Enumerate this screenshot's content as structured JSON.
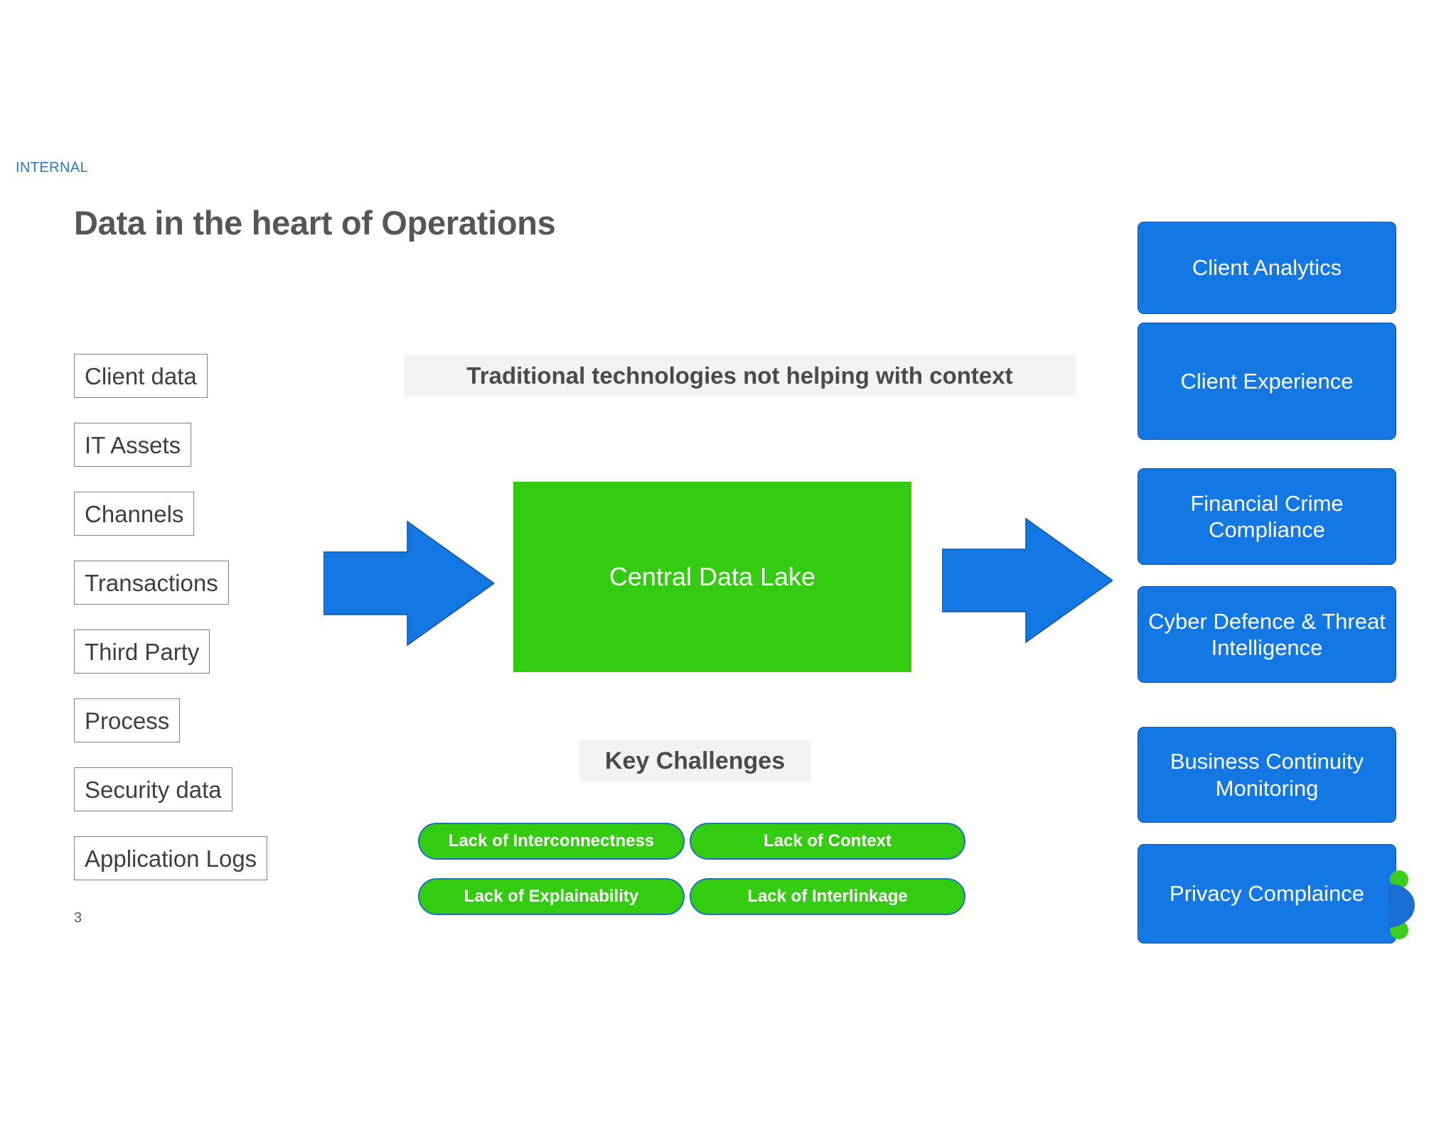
{
  "header": {
    "classification": "INTERNAL",
    "title": "Data in the heart of Operations",
    "page_number": "3"
  },
  "colors": {
    "accent_blue": "#1478E4",
    "lake_green": "#33CC11",
    "pill_border_blue": "#1F6FC4",
    "banner_gray": "#F2F2F2",
    "internal_blue": "#2E79C0",
    "title_gray": "#565656"
  },
  "left_column": {
    "name": "data-sources",
    "items": [
      {
        "label": "Client data"
      },
      {
        "label": "IT Assets"
      },
      {
        "label": "Channels"
      },
      {
        "label": "Transactions"
      },
      {
        "label": "Third Party"
      },
      {
        "label": "Process"
      },
      {
        "label": "Security data"
      },
      {
        "label": "Application Logs"
      }
    ]
  },
  "center": {
    "context_banner": "Traditional technologies not helping with context",
    "lake_label": "Central Data Lake",
    "challenges_banner": "Key Challenges",
    "challenges": [
      {
        "label": "Lack of Interconnectness"
      },
      {
        "label": "Lack of Context"
      },
      {
        "label": "Lack of Explainability"
      },
      {
        "label": "Lack of Interlinkage"
      }
    ]
  },
  "arrows": {
    "inbound": "right-arrow-icon",
    "outbound": "right-arrow-icon"
  },
  "right_column": {
    "name": "business-outcomes",
    "items": [
      {
        "label": "Client Analytics",
        "height": 130
      },
      {
        "label": "Client Experience",
        "height": 165
      },
      {
        "label": "Financial Crime Compliance",
        "height": 136
      },
      {
        "label": "Cyber Defence & Threat Intelligence",
        "height": 136
      },
      {
        "label": "Business Continuity Monitoring",
        "height": 135
      },
      {
        "label": "Privacy Complaince",
        "height": 140
      }
    ],
    "gaps": [
      12,
      40,
      30,
      62,
      30
    ]
  },
  "decoration": {
    "logo_mark": "brand-logo-mark"
  }
}
